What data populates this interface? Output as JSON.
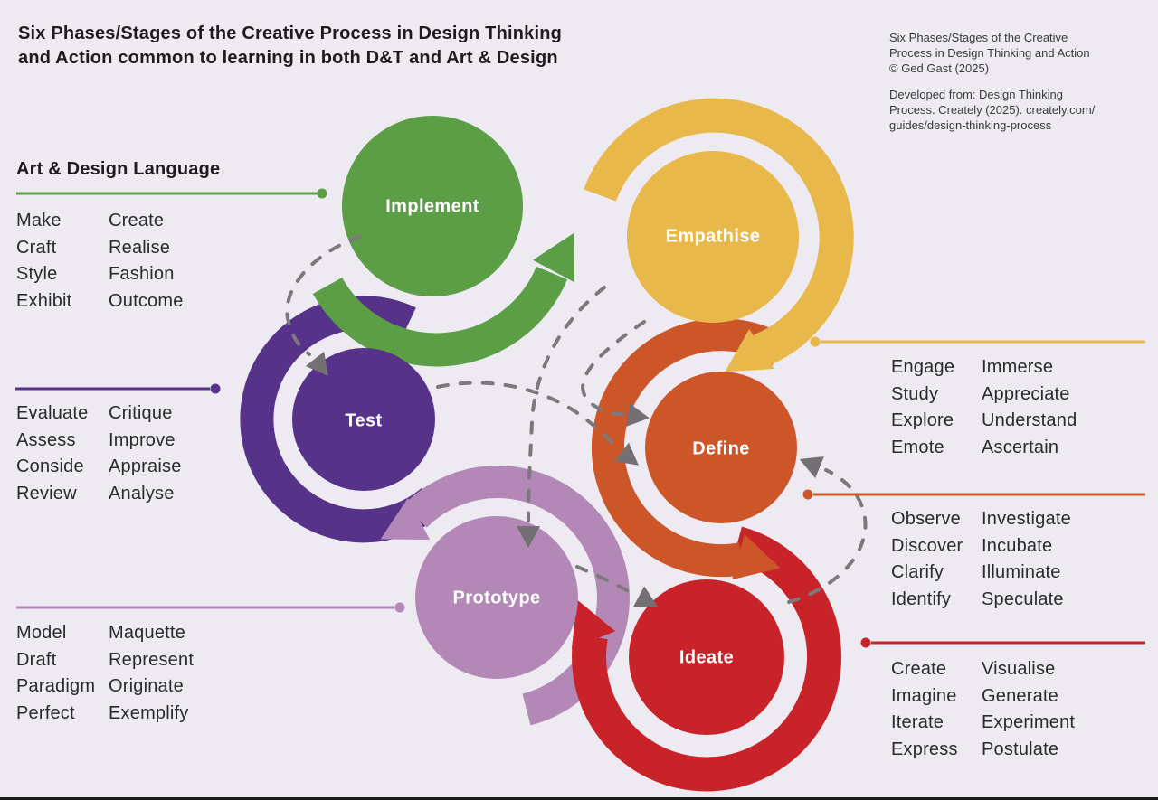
{
  "header": {
    "title_line1": "Six Phases/Stages of the Creative Process in Design Thinking",
    "title_line2": "and Action common to learning in both D&T and Art & Design",
    "credit_line1": "Six Phases/Stages of the Creative",
    "credit_line2": "Process in Design Thinking and Action",
    "credit_line3": "© Ged Gast (2025)",
    "credit_line4": "Developed from: Design Thinking",
    "credit_line5": "Process. Creately (2025). creately.com/",
    "credit_line6": "guides/design-thinking-process"
  },
  "left_heading": "Art & Design Language",
  "phases": {
    "implement": {
      "label": "Implement",
      "color": "#5b9e45"
    },
    "empathise": {
      "label": "Empathise",
      "color": "#e8b84b"
    },
    "test": {
      "label": "Test",
      "color": "#563389"
    },
    "define": {
      "label": "Define",
      "color": "#cd5628"
    },
    "prototype": {
      "label": "Prototype",
      "color": "#b388b6"
    },
    "ideate": {
      "label": "Ideate",
      "color": "#c9232a"
    }
  },
  "word_lists": {
    "implement": {
      "rows": [
        [
          "Make",
          "Create"
        ],
        [
          "Craft",
          "Realise"
        ],
        [
          "Style",
          "Fashion"
        ],
        [
          "Exhibit",
          "Outcome"
        ]
      ]
    },
    "test": {
      "rows": [
        [
          "Evaluate",
          "Critique"
        ],
        [
          "Assess",
          "Improve"
        ],
        [
          "Conside",
          "Appraise"
        ],
        [
          "Review",
          "Analyse"
        ]
      ]
    },
    "prototype": {
      "rows": [
        [
          "Model",
          "Maquette"
        ],
        [
          "Draft",
          "Represent"
        ],
        [
          "Paradigm",
          "Originate"
        ],
        [
          "Perfect",
          "Exemplify"
        ]
      ]
    },
    "empathise": {
      "rows": [
        [
          "Engage",
          "Immerse"
        ],
        [
          "Study",
          "Appreciate"
        ],
        [
          "Explore",
          "Understand"
        ],
        [
          "Emote",
          "Ascertain"
        ]
      ]
    },
    "define": {
      "rows": [
        [
          "Observe",
          "Investigate"
        ],
        [
          "Discover",
          "Incubate"
        ],
        [
          "Clarify",
          "Illuminate"
        ],
        [
          "Identify",
          "Speculate"
        ]
      ]
    },
    "ideate": {
      "rows": [
        [
          "Create",
          "Visualise"
        ],
        [
          "Imagine",
          "Generate"
        ],
        [
          "Iterate",
          "Experiment"
        ],
        [
          "Express",
          "Postulate"
        ]
      ]
    }
  },
  "colors": {
    "background": "#edeaf2",
    "connector": "#7b797d",
    "connector_arrow": "#727072",
    "title_text": "#201c1e",
    "list_text": "#2b2b2b",
    "label_text": "#ffffff",
    "bottom_edge": "#1b1b1b"
  }
}
